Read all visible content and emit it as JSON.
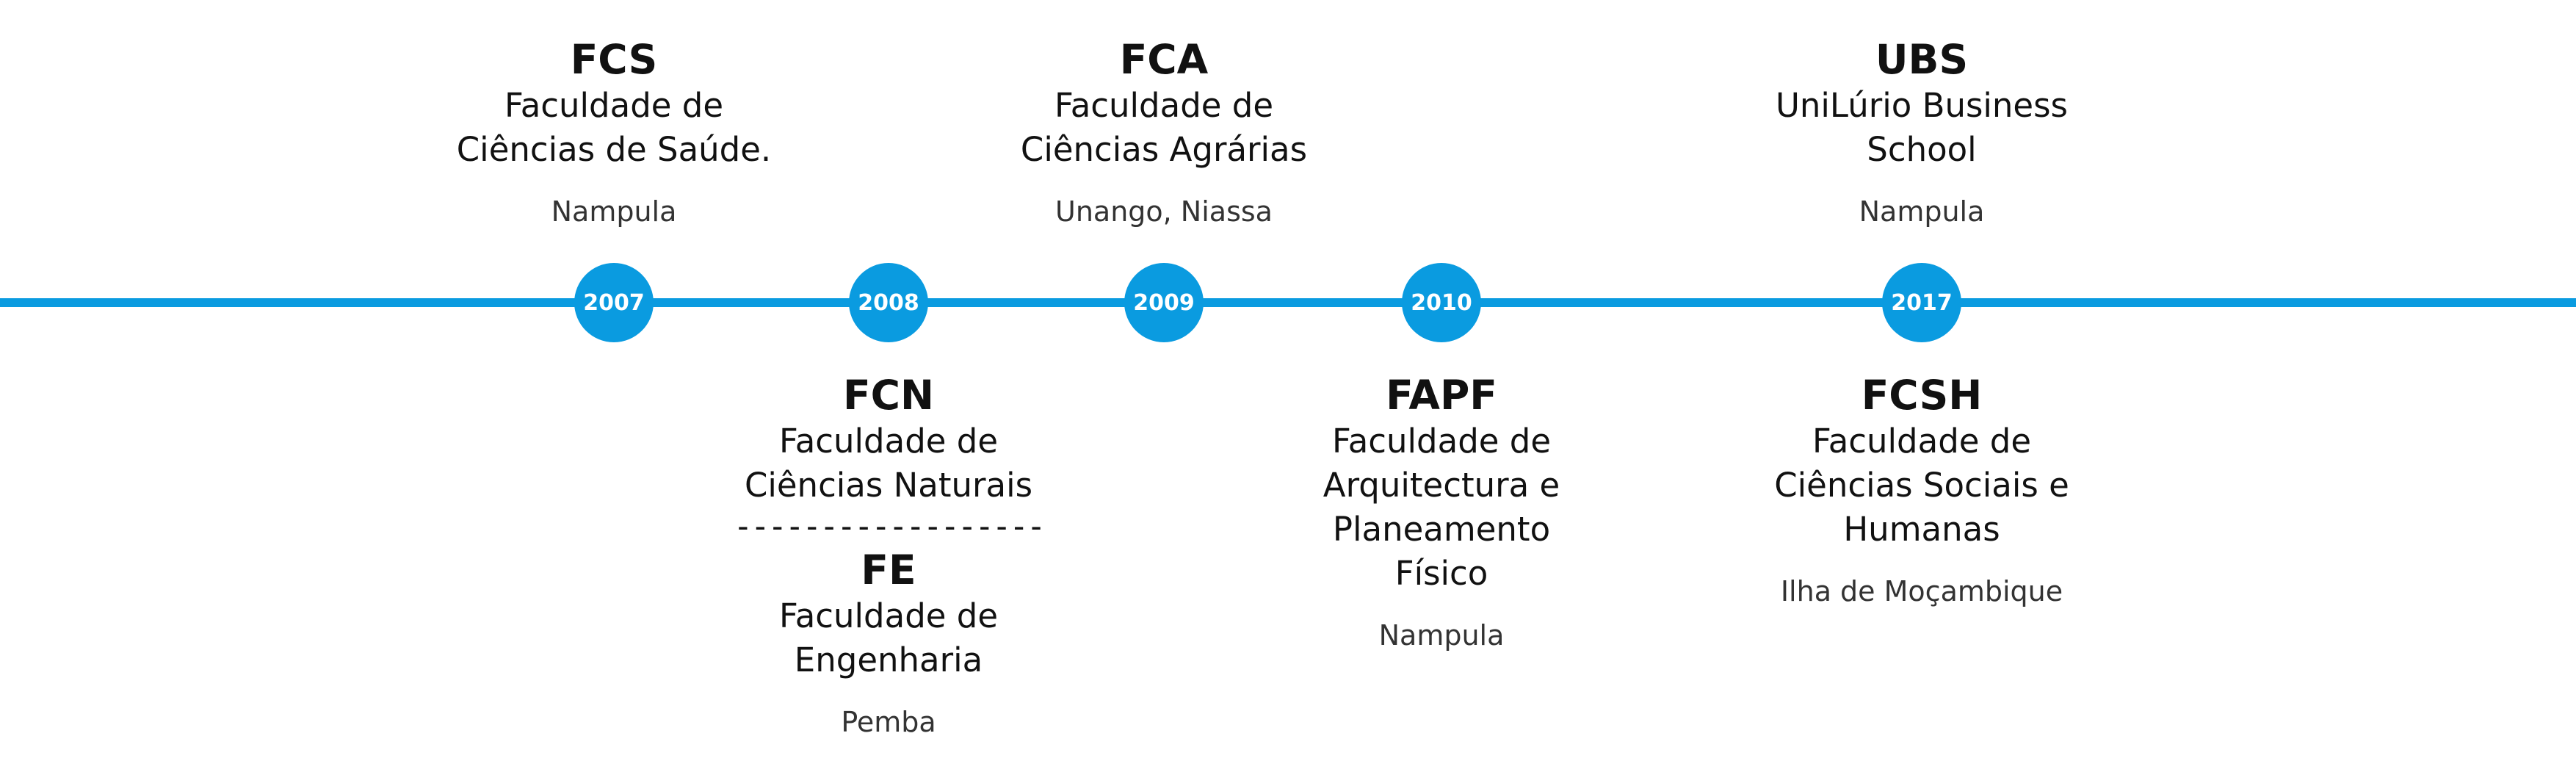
{
  "colors": {
    "accent": "#0a9be0",
    "text": "#111111",
    "location_text": "#333333"
  },
  "timeline": {
    "years": [
      "2007",
      "2008",
      "2009",
      "2010",
      "2017"
    ]
  },
  "units": {
    "fcs": {
      "abbr": "FCS",
      "name": "Faculdade de\nCiências de Saúde.",
      "location": "Nampula"
    },
    "fca": {
      "abbr": "FCA",
      "name": "Faculdade de\nCiências Agrárias",
      "location": "Unango, Niassa"
    },
    "ubs": {
      "abbr": "UBS",
      "name": "UniLúrio Business\nSchool",
      "location": "Nampula"
    },
    "fcn": {
      "abbr": "FCN",
      "name": "Faculdade de\nCiências Naturais"
    },
    "divider": "------------------",
    "fe": {
      "abbr": "FE",
      "name": "Faculdade de\nEngenharia",
      "location": "Pemba"
    },
    "fapf": {
      "abbr": "FAPF",
      "name": "Faculdade de\nArquitectura e\nPlaneamento\nFísico",
      "location": "Nampula"
    },
    "fcsh": {
      "abbr": "FCSH",
      "name": "Faculdade de\nCiências Sociais e\nHumanas",
      "location": "Ilha de Moçambique"
    }
  }
}
